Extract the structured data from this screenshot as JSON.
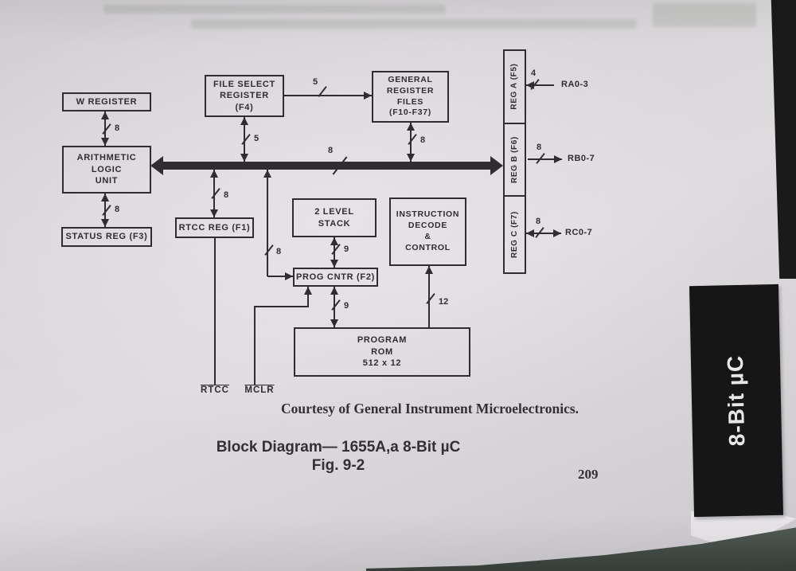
{
  "page": {
    "number": "209",
    "courtesy": "Courtesy of General Instrument Microelectronics.",
    "title": "Block Diagram— 1655A,a 8-Bit µC",
    "figure": "Fig. 9-2",
    "side_tab": "8-Bit µC"
  },
  "blocks": {
    "w_register": "W REGISTER",
    "alu": "ARITHMETIC\nLOGIC\nUNIT",
    "status_reg": "STATUS REG (F3)",
    "file_select": "FILE SELECT\nREGISTER\n(F4)",
    "general_register": "GENERAL\nREGISTER\nFILES\n(F10-F37)",
    "rtcc_reg": "RTCC REG (F1)",
    "stack": "2 LEVEL\nSTACK",
    "instruction_decode": "INSTRUCTION\nDECODE\n&\nCONTROL",
    "prog_cntr": "PROG CNTR (F2)",
    "program_rom": "PROGRAM\nROM\n512 x 12",
    "reg_a": "REG A (F5)",
    "reg_b": "REG B (F6)",
    "reg_c": "REG C (F7)"
  },
  "pins": {
    "rtcc": "RTCC",
    "mclr": "MCLR",
    "ra": "RA0-3",
    "rb": "RB0-7",
    "rc": "RC0-7"
  },
  "bus_widths": {
    "w_alu": "8",
    "alu_status": "8",
    "fsr_grf": "5",
    "fsr_bus": "5",
    "grf_bus": "8",
    "main_bus": "8",
    "bus_rtcc": "8",
    "bus_pc": "8",
    "stack_pc": "9",
    "pc_rom": "9",
    "rom_decode": "12",
    "ra": "4",
    "rb": "8",
    "rc": "8"
  },
  "colors": {
    "ink": "#2f2d2f",
    "paper": "#d8d5d8",
    "tab_bg": "#161616",
    "tab_text": "#e9e7e9",
    "desk": "#47514b"
  }
}
